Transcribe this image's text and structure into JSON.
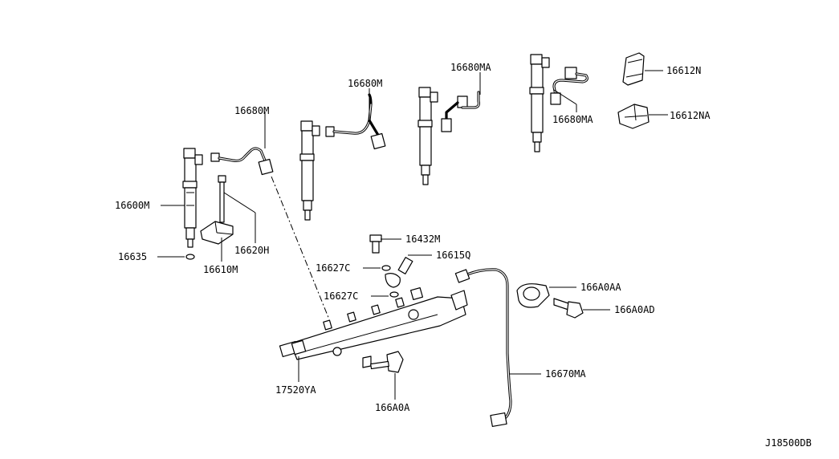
{
  "diagram_code": "J18500DB",
  "parts": {
    "p16680M_a": "16680M",
    "p16680M_b": "16680M",
    "p16680MA_a": "16680MA",
    "p16680MA_b": "16680MA",
    "p16612N": "16612N",
    "p16612NA": "16612NA",
    "p16600M": "16600M",
    "p16635": "16635",
    "p16620H": "16620H",
    "p16610M": "16610M",
    "p16432M": "16432M",
    "p16627C_a": "16627C",
    "p16615Q": "16615Q",
    "p16627C_b": "16627C",
    "p166A0AA": "166A0AA",
    "p166A0AD": "166A0AD",
    "p16670MA": "16670MA",
    "p17520YA": "17520YA",
    "p166A0A": "166A0A"
  }
}
